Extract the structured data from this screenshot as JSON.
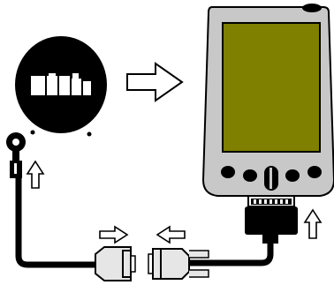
{
  "diagram": {
    "palette": {
      "background": "#ffffff",
      "outline": "#000000",
      "device_body": "#c8c8c8",
      "screen": "#7f7f00",
      "connector_fill": "#e6e6e6",
      "arrow_fill": "#ffffff"
    },
    "parts": {
      "cradle_port_zoom": {
        "icon": "connector-pins-closeup-icon"
      },
      "pointer_arrow": {
        "icon": "right-outline-arrow-icon"
      },
      "handheld": {
        "icon": "palm-handheld-device-icon",
        "hard_buttons": 5
      },
      "cable_plug": {
        "icon": "round-plug-icon"
      },
      "serial_connector_female": {
        "icon": "db9-female-icon"
      },
      "serial_connector_male": {
        "icon": "db9-male-icon"
      },
      "direction_arrows": [
        "up",
        "right",
        "left",
        "up"
      ]
    }
  }
}
